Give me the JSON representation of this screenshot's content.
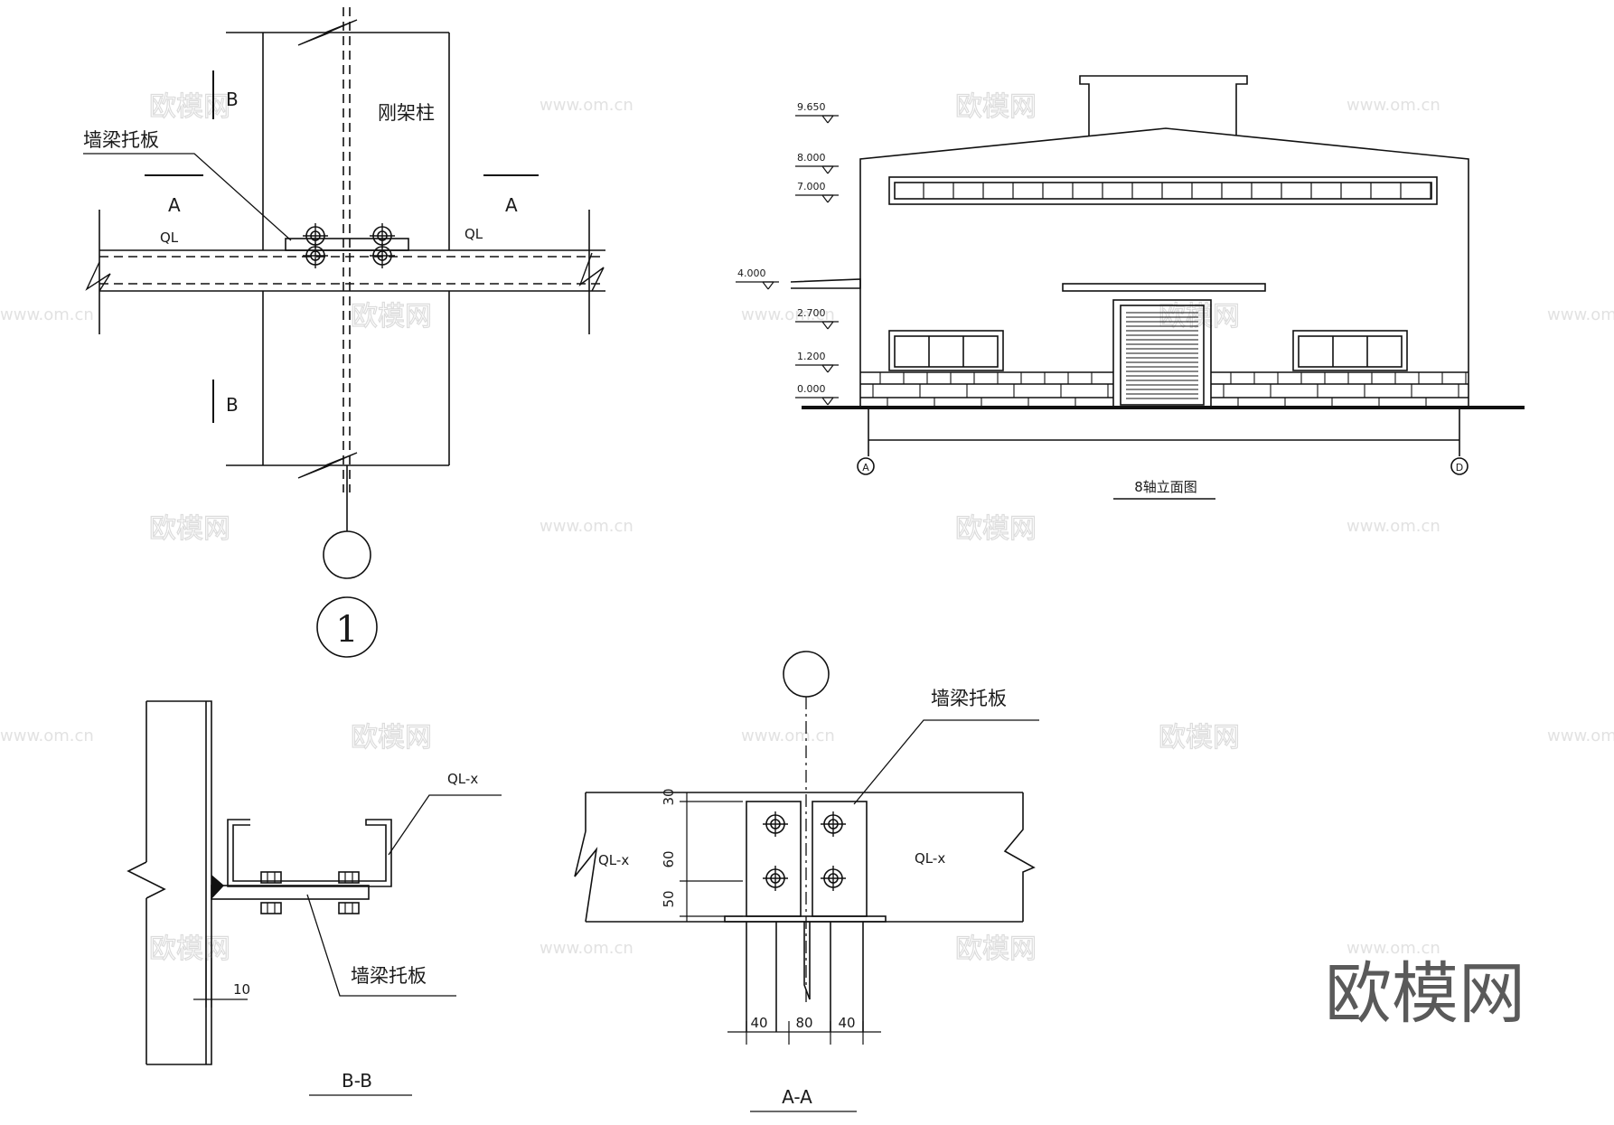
{
  "detail1": {
    "section_mark_b": "B",
    "section_mark_a": "A",
    "beam_label": "QL",
    "column_label": "刚架柱",
    "plate_label": "墙梁托板",
    "bubble_number": "1"
  },
  "elevation": {
    "levels": [
      "9.650",
      "8.000",
      "7.000",
      "4.000",
      "2.700",
      "1.200",
      "0.000"
    ],
    "axis_left": "A",
    "axis_right": "D",
    "title": "8轴立面图"
  },
  "section_bb": {
    "beam_label": "QL-x",
    "plate_label": "墙梁托板",
    "dim_10": "10",
    "title": "B-B"
  },
  "section_aa": {
    "plate_label": "墙梁托板",
    "beam_label_left": "QL-x",
    "beam_label_right": "QL-x",
    "dims_vertical": [
      "30",
      "60",
      "50"
    ],
    "dims_horizontal": [
      "40",
      "80",
      "40"
    ],
    "title": "A-A"
  },
  "watermark": {
    "brand": "欧模网",
    "url": "www.om.cn"
  }
}
